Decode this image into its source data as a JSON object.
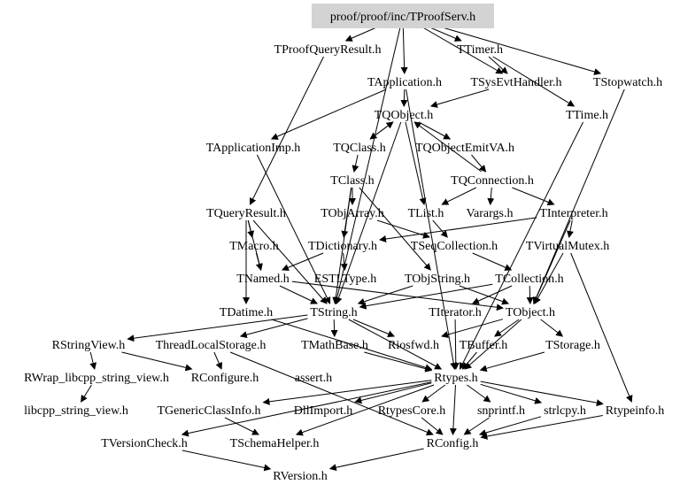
{
  "graph": {
    "root": "proof/proof/inc/TProofServ.h",
    "colors": {
      "root_fill": "#d3d3d3",
      "edge": "#000000",
      "text": "#000000",
      "background": "#ffffff"
    },
    "nodes": [
      {
        "id": "root",
        "label": "proof/proof/inc/TProofServ.h"
      },
      {
        "id": "TProofQueryResult",
        "label": "TProofQueryResult.h"
      },
      {
        "id": "TTimer",
        "label": "TTimer.h"
      },
      {
        "id": "TApplication",
        "label": "TApplication.h"
      },
      {
        "id": "TSysEvtHandler",
        "label": "TSysEvtHandler.h"
      },
      {
        "id": "TStopwatch",
        "label": "TStopwatch.h"
      },
      {
        "id": "TQObject",
        "label": "TQObject.h"
      },
      {
        "id": "TTime",
        "label": "TTime.h"
      },
      {
        "id": "TApplicationImp",
        "label": "TApplicationImp.h"
      },
      {
        "id": "TQClass",
        "label": "TQClass.h"
      },
      {
        "id": "TQObjectEmitVA",
        "label": "TQObjectEmitVA.h"
      },
      {
        "id": "TClass",
        "label": "TClass.h"
      },
      {
        "id": "TQConnection",
        "label": "TQConnection.h"
      },
      {
        "id": "TQueryResult",
        "label": "TQueryResult.h"
      },
      {
        "id": "TObjArray",
        "label": "TObjArray.h"
      },
      {
        "id": "TList",
        "label": "TList.h"
      },
      {
        "id": "Varargs",
        "label": "Varargs.h"
      },
      {
        "id": "TInterpreter",
        "label": "TInterpreter.h"
      },
      {
        "id": "TMacro",
        "label": "TMacro.h"
      },
      {
        "id": "TDictionary",
        "label": "TDictionary.h"
      },
      {
        "id": "TSeqCollection",
        "label": "TSeqCollection.h"
      },
      {
        "id": "TVirtualMutex",
        "label": "TVirtualMutex.h"
      },
      {
        "id": "TNamed",
        "label": "TNamed.h"
      },
      {
        "id": "ESTLType",
        "label": "ESTLType.h"
      },
      {
        "id": "TObjString",
        "label": "TObjString.h"
      },
      {
        "id": "TCollection",
        "label": "TCollection.h"
      },
      {
        "id": "TDatime",
        "label": "TDatime.h"
      },
      {
        "id": "TString",
        "label": "TString.h"
      },
      {
        "id": "TIterator",
        "label": "TIterator.h"
      },
      {
        "id": "TObject",
        "label": "TObject.h"
      },
      {
        "id": "RStringView",
        "label": "RStringView.h"
      },
      {
        "id": "ThreadLocalStorage",
        "label": "ThreadLocalStorage.h"
      },
      {
        "id": "TMathBase",
        "label": "TMathBase.h"
      },
      {
        "id": "Riosfwd",
        "label": "Riosfwd.h"
      },
      {
        "id": "TBuffer",
        "label": "TBuffer.h"
      },
      {
        "id": "TStorage",
        "label": "TStorage.h"
      },
      {
        "id": "RWrap",
        "label": "RWrap_libcpp_string_view.h"
      },
      {
        "id": "RConfigure",
        "label": "RConfigure.h"
      },
      {
        "id": "assert",
        "label": "assert.h"
      },
      {
        "id": "Rtypes",
        "label": "Rtypes.h"
      },
      {
        "id": "libcpp",
        "label": "libcpp_string_view.h"
      },
      {
        "id": "TGenericClassInfo",
        "label": "TGenericClassInfo.h"
      },
      {
        "id": "DllImport",
        "label": "DllImport.h"
      },
      {
        "id": "RtypesCore",
        "label": "RtypesCore.h"
      },
      {
        "id": "snprintf",
        "label": "snprintf.h"
      },
      {
        "id": "strlcpy",
        "label": "strlcpy.h"
      },
      {
        "id": "Rtypeinfo",
        "label": "Rtypeinfo.h"
      },
      {
        "id": "TVersionCheck",
        "label": "TVersionCheck.h"
      },
      {
        "id": "TSchemaHelper",
        "label": "TSchemaHelper.h"
      },
      {
        "id": "RConfig",
        "label": "RConfig.h"
      },
      {
        "id": "RVersion",
        "label": "RVersion.h"
      }
    ],
    "edges": [
      [
        "root",
        "TProofQueryResult"
      ],
      [
        "root",
        "TTimer"
      ],
      [
        "root",
        "TApplication"
      ],
      [
        "root",
        "TSysEvtHandler"
      ],
      [
        "root",
        "TStopwatch"
      ],
      [
        "root",
        "TString"
      ],
      [
        "TProofQueryResult",
        "TQueryResult"
      ],
      [
        "TTimer",
        "TSysEvtHandler"
      ],
      [
        "TTimer",
        "TTime"
      ],
      [
        "TApplication",
        "TQObject"
      ],
      [
        "TApplication",
        "TApplicationImp"
      ],
      [
        "TApplication",
        "Rtypes"
      ],
      [
        "TSysEvtHandler",
        "TQObject"
      ],
      [
        "TStopwatch",
        "TObject"
      ],
      [
        "TQObject",
        "TQClass"
      ],
      [
        "TQObject",
        "TQObjectEmitVA"
      ],
      [
        "TQObject",
        "TList"
      ],
      [
        "TQObject",
        "TString"
      ],
      [
        "TTime",
        "Rtypes"
      ],
      [
        "TApplicationImp",
        "TString"
      ],
      [
        "TQClass",
        "TClass"
      ],
      [
        "TQClass",
        "TQObject"
      ],
      [
        "TQObjectEmitVA",
        "TQConnection"
      ],
      [
        "TQConnection",
        "TQObject"
      ],
      [
        "TQConnection",
        "TList"
      ],
      [
        "TQConnection",
        "Varargs"
      ],
      [
        "TQConnection",
        "TInterpreter"
      ],
      [
        "TClass",
        "TDictionary"
      ],
      [
        "TClass",
        "TObjArray"
      ],
      [
        "TClass",
        "TString"
      ],
      [
        "TClass",
        "TObjString"
      ],
      [
        "TQueryResult",
        "TMacro"
      ],
      [
        "TQueryResult",
        "TDatime"
      ],
      [
        "TQueryResult",
        "TString"
      ],
      [
        "TQueryResult",
        "TNamed"
      ],
      [
        "TObjArray",
        "TSeqCollection"
      ],
      [
        "TList",
        "TSeqCollection"
      ],
      [
        "TInterpreter",
        "TVirtualMutex"
      ],
      [
        "TInterpreter",
        "TDictionary"
      ],
      [
        "TInterpreter",
        "TObject"
      ],
      [
        "TMacro",
        "TNamed"
      ],
      [
        "TDictionary",
        "TNamed"
      ],
      [
        "TDictionary",
        "ESTLType"
      ],
      [
        "TSeqCollection",
        "TCollection"
      ],
      [
        "TVirtualMutex",
        "Rtypeinfo"
      ],
      [
        "TVirtualMutex",
        "TObject"
      ],
      [
        "TNamed",
        "TString"
      ],
      [
        "TNamed",
        "TObject"
      ],
      [
        "TObjString",
        "TString"
      ],
      [
        "TObjString",
        "TObject"
      ],
      [
        "TCollection",
        "TObject"
      ],
      [
        "TCollection",
        "TIterator"
      ],
      [
        "TCollection",
        "TString"
      ],
      [
        "TDatime",
        "Rtypes"
      ],
      [
        "TString",
        "RStringView"
      ],
      [
        "TString",
        "TMathBase"
      ],
      [
        "TString",
        "Riosfwd"
      ],
      [
        "TString",
        "Rtypes"
      ],
      [
        "TString",
        "ThreadLocalStorage"
      ],
      [
        "TIterator",
        "Rtypes"
      ],
      [
        "TObject",
        "TBuffer"
      ],
      [
        "TObject",
        "TStorage"
      ],
      [
        "TObject",
        "Rtypes"
      ],
      [
        "TObject",
        "Riosfwd"
      ],
      [
        "RStringView",
        "RWrap"
      ],
      [
        "RStringView",
        "RConfigure"
      ],
      [
        "ThreadLocalStorage",
        "RConfigure"
      ],
      [
        "ThreadLocalStorage",
        "RConfig"
      ],
      [
        "TMathBase",
        "Rtypes"
      ],
      [
        "TBuffer",
        "Rtypes"
      ],
      [
        "TStorage",
        "Rtypes"
      ],
      [
        "RWrap",
        "libcpp"
      ],
      [
        "Rtypes",
        "RtypesCore"
      ],
      [
        "Rtypes",
        "DllImport"
      ],
      [
        "Rtypes",
        "snprintf"
      ],
      [
        "Rtypes",
        "strlcpy"
      ],
      [
        "Rtypes",
        "Rtypeinfo"
      ],
      [
        "Rtypes",
        "TGenericClassInfo"
      ],
      [
        "Rtypes",
        "TVersionCheck"
      ],
      [
        "Rtypes",
        "TSchemaHelper"
      ],
      [
        "Rtypes",
        "RConfig"
      ],
      [
        "RtypesCore",
        "RConfig"
      ],
      [
        "snprintf",
        "RConfig"
      ],
      [
        "strlcpy",
        "RConfig"
      ],
      [
        "Rtypeinfo",
        "RConfig"
      ],
      [
        "TGenericClassInfo",
        "TSchemaHelper"
      ],
      [
        "TVersionCheck",
        "RVersion"
      ],
      [
        "RConfig",
        "RVersion"
      ]
    ]
  }
}
